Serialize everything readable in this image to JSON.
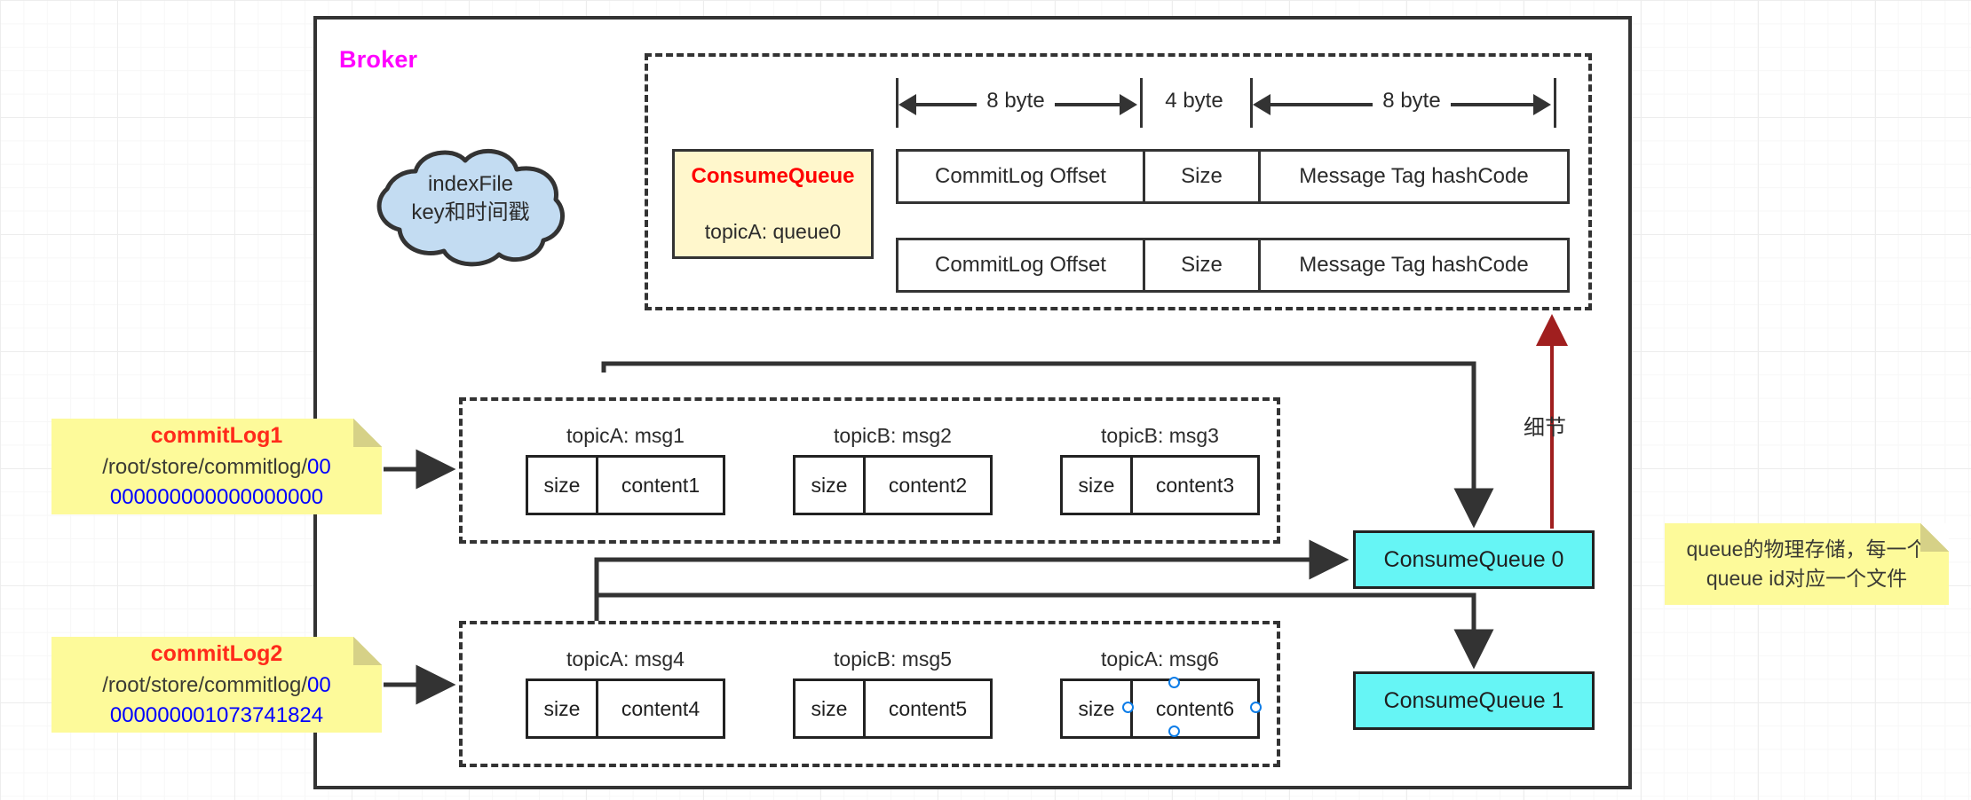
{
  "broker": {
    "title": "Broker"
  },
  "cloud": {
    "line1": "indexFile",
    "line2": "key和时间戳"
  },
  "consume_queue_panel": {
    "label_title": "ConsumeQueue",
    "label_sub": "topicA: queue0",
    "measures": [
      {
        "label": "8 byte"
      },
      {
        "label": "4 byte"
      },
      {
        "label": "8 byte"
      }
    ],
    "rows": [
      {
        "cells": [
          "CommitLog Offset",
          "Size",
          "Message Tag hashCode"
        ]
      },
      {
        "cells": [
          "CommitLog Offset",
          "Size",
          "Message Tag hashCode"
        ]
      }
    ]
  },
  "commitlogs": [
    {
      "note": {
        "title": "commitLog1",
        "path_prefix": "/root/store/commitlog/",
        "file_part1": "00",
        "file_part2": "000000000000000000"
      },
      "messages": [
        {
          "title": "topicA: msg1",
          "size": "size",
          "content": "content1"
        },
        {
          "title": "topicB: msg2",
          "size": "size",
          "content": "content2"
        },
        {
          "title": "topicB: msg3",
          "size": "size",
          "content": "content3"
        }
      ]
    },
    {
      "note": {
        "title": "commitLog2",
        "path_prefix": "/root/store/commitlog/",
        "file_part1": "00",
        "file_part2": "000000001073741824"
      },
      "messages": [
        {
          "title": "topicA: msg4",
          "size": "size",
          "content": "content4"
        },
        {
          "title": "topicB: msg5",
          "size": "size",
          "content": "content5"
        },
        {
          "title": "topicA: msg6",
          "size": "size",
          "content": "content6",
          "selected": true
        }
      ]
    }
  ],
  "queues": [
    {
      "label": "ConsumeQueue 0"
    },
    {
      "label": "ConsumeQueue 1"
    }
  ],
  "annotations": {
    "detail_arrow_label": "细节",
    "side_note_line1": "queue的物理存储，每一个",
    "side_note_line2": "queue id对应一个文件"
  },
  "colors": {
    "broker_title": "#ff00ff",
    "accent_red": "#ff0000",
    "queue_fill": "#66f5f5",
    "note_fill": "#fdfa9a",
    "cloud_fill": "#c3dcf2",
    "detail_arrow": "#a01f1f",
    "path_blue": "#0000ff"
  }
}
